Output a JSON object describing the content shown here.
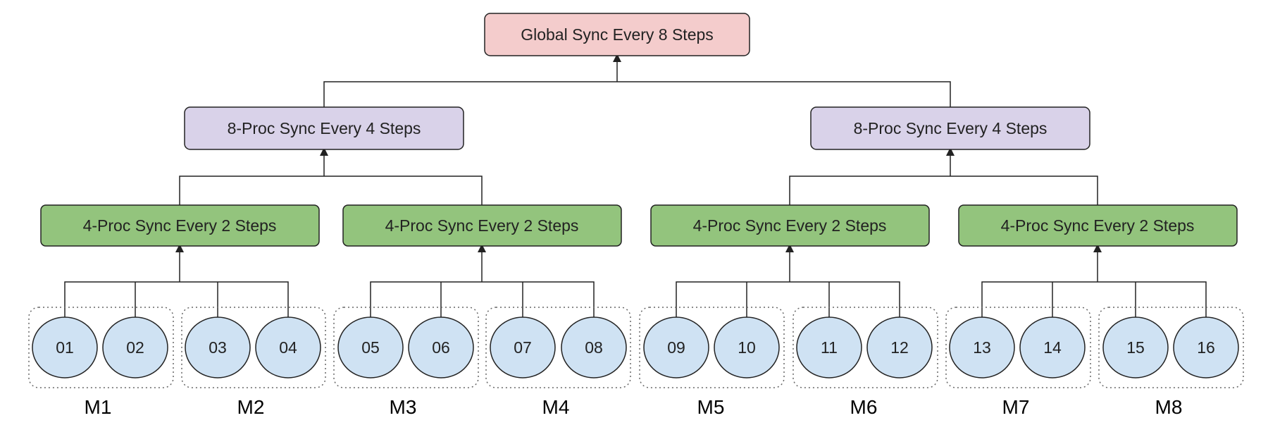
{
  "colors": {
    "global_fill": "#f4cccc",
    "eight_fill": "#d9d2e9",
    "four_fill": "#93c47d",
    "proc_fill": "#cfe2f3",
    "stroke": "#222222",
    "dotted": "#666666"
  },
  "global": {
    "label": "Global Sync Every 8 Steps"
  },
  "eight_groups": [
    {
      "label": "8-Proc Sync Every 4 Steps"
    },
    {
      "label": "8-Proc Sync Every 4 Steps"
    }
  ],
  "four_groups": [
    {
      "label": "4-Proc Sync Every 2 Steps"
    },
    {
      "label": "4-Proc Sync Every 2 Steps"
    },
    {
      "label": "4-Proc Sync Every 2 Steps"
    },
    {
      "label": "4-Proc Sync Every 2 Steps"
    }
  ],
  "machines": [
    {
      "label": "M1",
      "procs": [
        "01",
        "02"
      ]
    },
    {
      "label": "M2",
      "procs": [
        "03",
        "04"
      ]
    },
    {
      "label": "M3",
      "procs": [
        "05",
        "06"
      ]
    },
    {
      "label": "M4",
      "procs": [
        "07",
        "08"
      ]
    },
    {
      "label": "M5",
      "procs": [
        "09",
        "10"
      ]
    },
    {
      "label": "M6",
      "procs": [
        "11",
        "12"
      ]
    },
    {
      "label": "M7",
      "procs": [
        "13",
        "14"
      ]
    },
    {
      "label": "M8",
      "procs": [
        "15",
        "16"
      ]
    }
  ]
}
